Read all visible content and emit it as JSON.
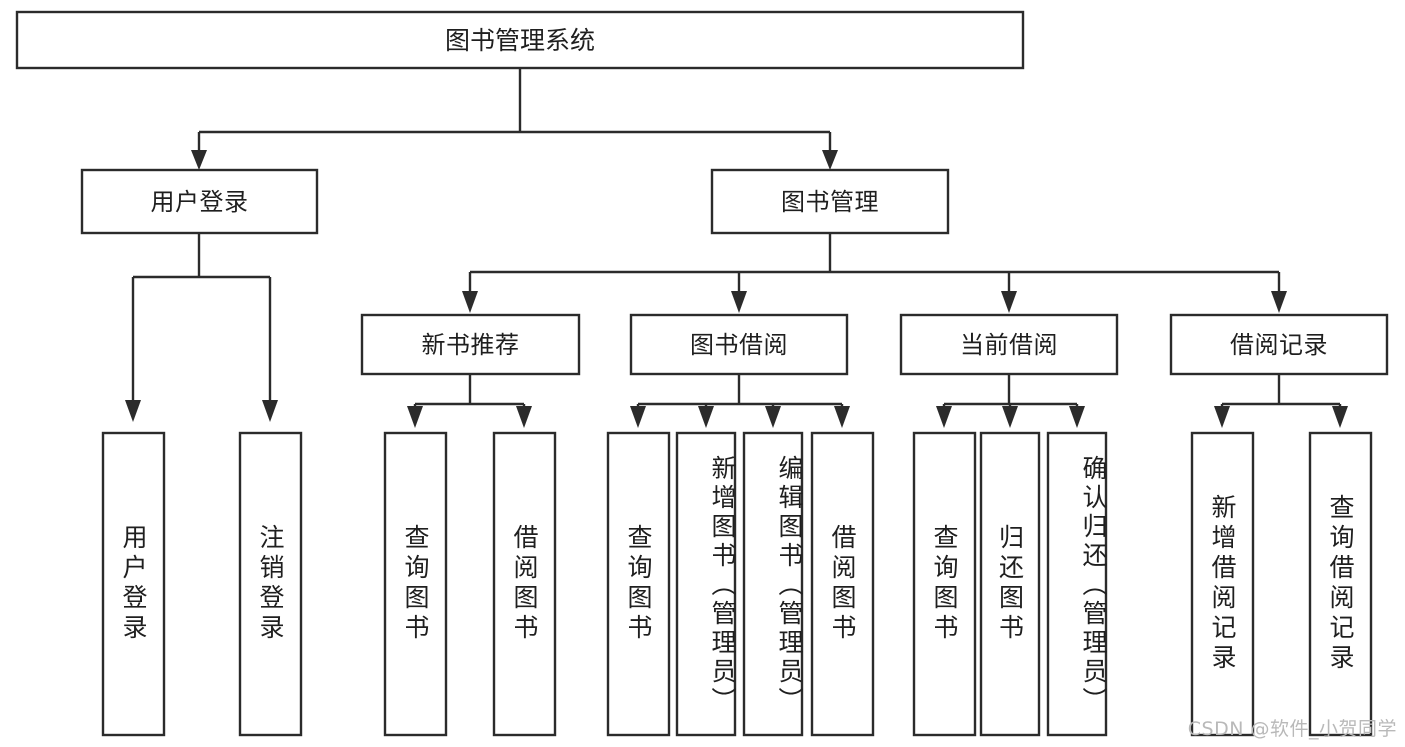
{
  "diagram": {
    "title": "图书管理系统",
    "type": "tree",
    "style": {
      "box_fill": "#ffffff",
      "box_stroke": "#2b2b2b",
      "text_color": "#1f1f1f",
      "background": "#ffffff",
      "watermark_color": "#b9b9b9"
    },
    "root": {
      "id": "root",
      "label": "图书管理系统"
    },
    "level2": [
      {
        "id": "user-login",
        "label": "用户登录"
      },
      {
        "id": "book-manage",
        "label": "图书管理"
      }
    ],
    "level3": [
      {
        "id": "new-book-rec",
        "label": "新书推荐",
        "parent": "book-manage"
      },
      {
        "id": "book-borrow",
        "label": "图书借阅",
        "parent": "book-manage"
      },
      {
        "id": "current-borrow",
        "label": "当前借阅",
        "parent": "book-manage"
      },
      {
        "id": "borrow-record",
        "label": "借阅记录",
        "parent": "book-manage"
      }
    ],
    "leaves": {
      "user-login": [
        {
          "id": "leaf-user-login",
          "label": "用户登录"
        },
        {
          "id": "leaf-user-logout",
          "label": "注销登录"
        }
      ],
      "new-book-rec": [
        {
          "id": "leaf-query-book-1",
          "label": "查询图书"
        },
        {
          "id": "leaf-borrow-book-1",
          "label": "借阅图书"
        }
      ],
      "book-borrow": [
        {
          "id": "leaf-query-book-2",
          "label": "查询图书"
        },
        {
          "id": "leaf-add-book",
          "label": "新增图书（管理员）"
        },
        {
          "id": "leaf-edit-book",
          "label": "编辑图书（管理员）"
        },
        {
          "id": "leaf-borrow-book-2",
          "label": "借阅图书"
        }
      ],
      "current-borrow": [
        {
          "id": "leaf-query-book-3",
          "label": "查询图书"
        },
        {
          "id": "leaf-return-book",
          "label": "归还图书"
        },
        {
          "id": "leaf-confirm-return",
          "label": "确认归还（管理员）"
        }
      ],
      "borrow-record": [
        {
          "id": "leaf-add-record",
          "label": "新增借阅记录"
        },
        {
          "id": "leaf-query-record",
          "label": "查询借阅记录"
        }
      ]
    }
  },
  "watermark": {
    "text": "CSDN @软件_小贺同学"
  }
}
